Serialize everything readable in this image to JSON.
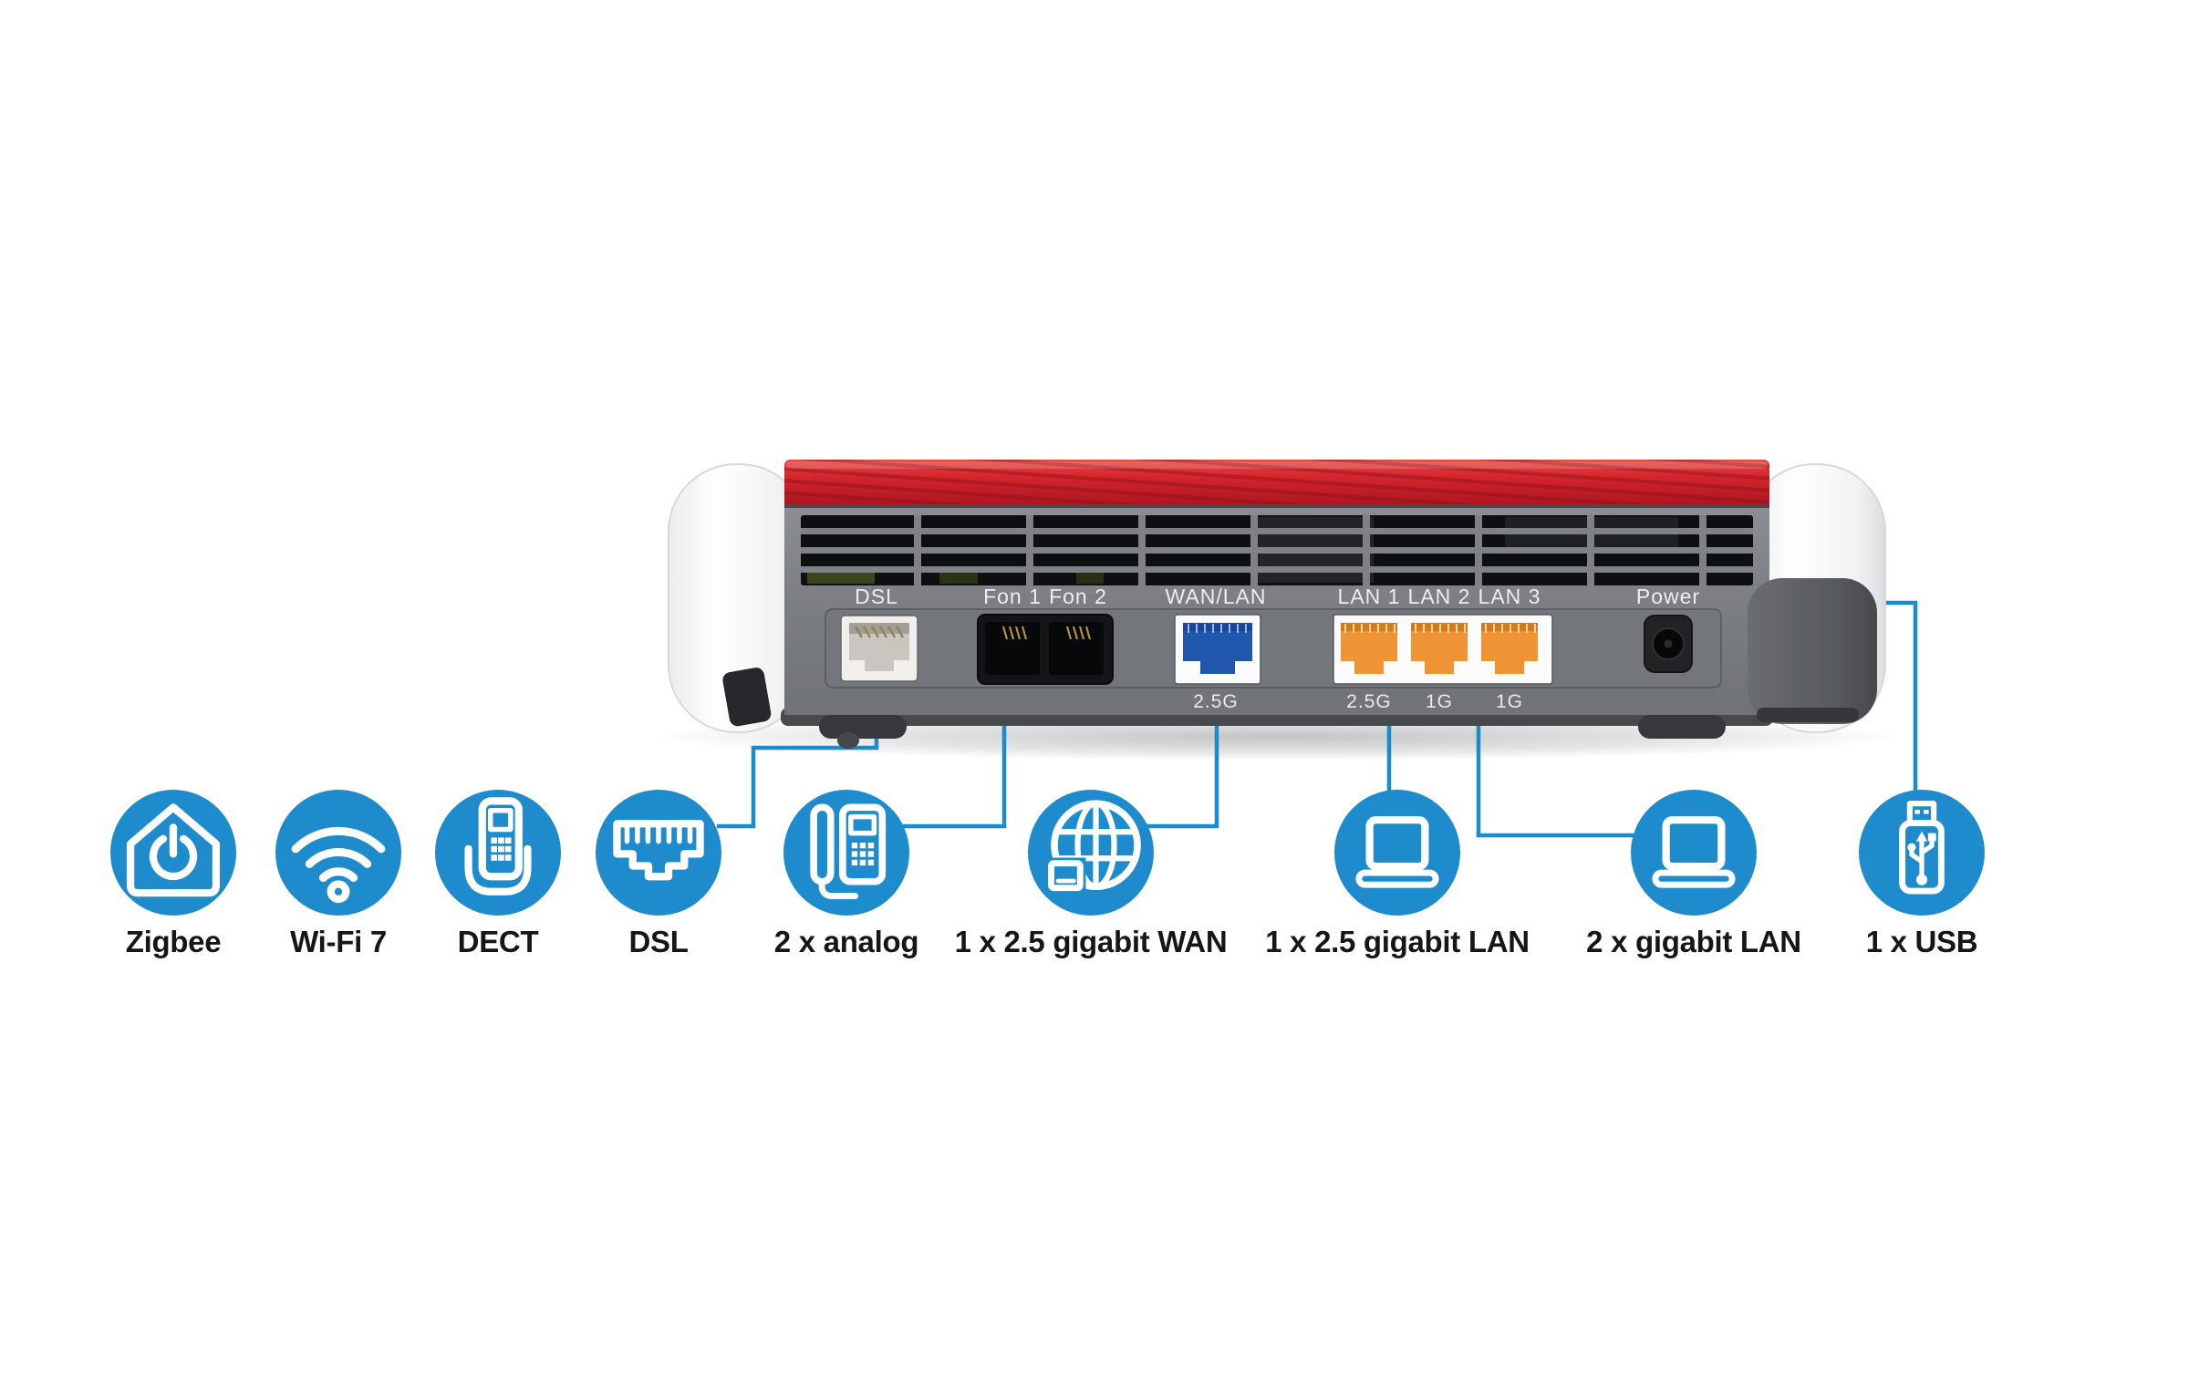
{
  "device": {
    "ports": [
      {
        "id": "dsl",
        "label": "DSL"
      },
      {
        "id": "fon1",
        "label": "Fon 1"
      },
      {
        "id": "fon2",
        "label": "Fon 2"
      },
      {
        "id": "wan",
        "label": "WAN/LAN",
        "speed": "2.5G"
      },
      {
        "id": "lan1",
        "label": "LAN 1",
        "speed": "2.5G"
      },
      {
        "id": "lan2",
        "label": "LAN 2",
        "speed": "1G"
      },
      {
        "id": "lan3",
        "label": "LAN 3",
        "speed": "1G"
      },
      {
        "id": "power",
        "label": "Power"
      }
    ]
  },
  "features": [
    {
      "icon": "zigbee-home-icon",
      "label": "Zigbee"
    },
    {
      "icon": "wifi-icon",
      "label": "Wi-Fi 7"
    },
    {
      "icon": "dect-handset-icon",
      "label": "DECT"
    },
    {
      "icon": "dsl-jack-icon",
      "label": "DSL"
    },
    {
      "icon": "analog-phone-icon",
      "label": "2 x analog"
    },
    {
      "icon": "wan-globe-icon",
      "label": "1 x 2.5 gigabit WAN"
    },
    {
      "icon": "laptop-icon",
      "label": "1 x 2.5 gigabit LAN"
    },
    {
      "icon": "laptop-icon",
      "label": "2 x gigabit LAN"
    },
    {
      "icon": "usb-stick-icon",
      "label": "1 x USB"
    }
  ],
  "colors": {
    "accent_blue": "#1e8bcd",
    "line_blue": "#1a8cc9",
    "device_red": "#c8202a",
    "lan_orange": "#ef9434",
    "wan_blue": "#2056ac",
    "label_text": "#161616"
  }
}
